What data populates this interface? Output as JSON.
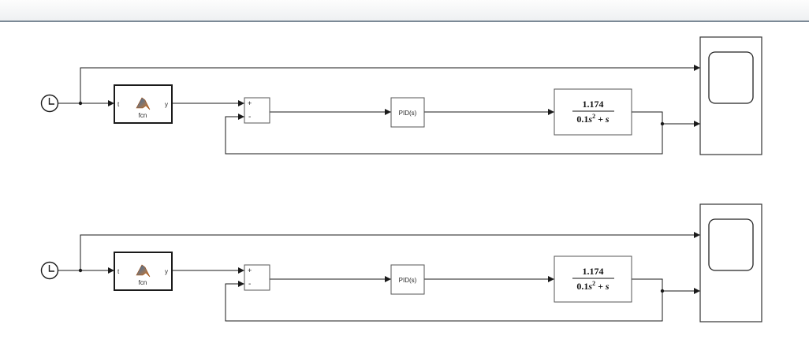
{
  "model": {
    "blocks": {
      "clock_icon": "clock-icon",
      "matlab_function": {
        "port_in": "t",
        "port_out": "y",
        "label": "fcn",
        "icon": "matlab-logo-icon"
      },
      "sum": {
        "sign_top": "+",
        "sign_bottom": "-"
      },
      "pid": {
        "label": "PID(s)"
      },
      "transfer_fcn": {
        "numerator": "1.174",
        "den_a": "0.1",
        "den_b": "s",
        "den_exp": "2",
        "den_c": "+ s"
      },
      "scope_icon": "scope-icon"
    },
    "rows": 2
  },
  "colors": {
    "line": "#1a1a1a",
    "block_border": "#555555",
    "toolbar_border": "#7b8996"
  }
}
